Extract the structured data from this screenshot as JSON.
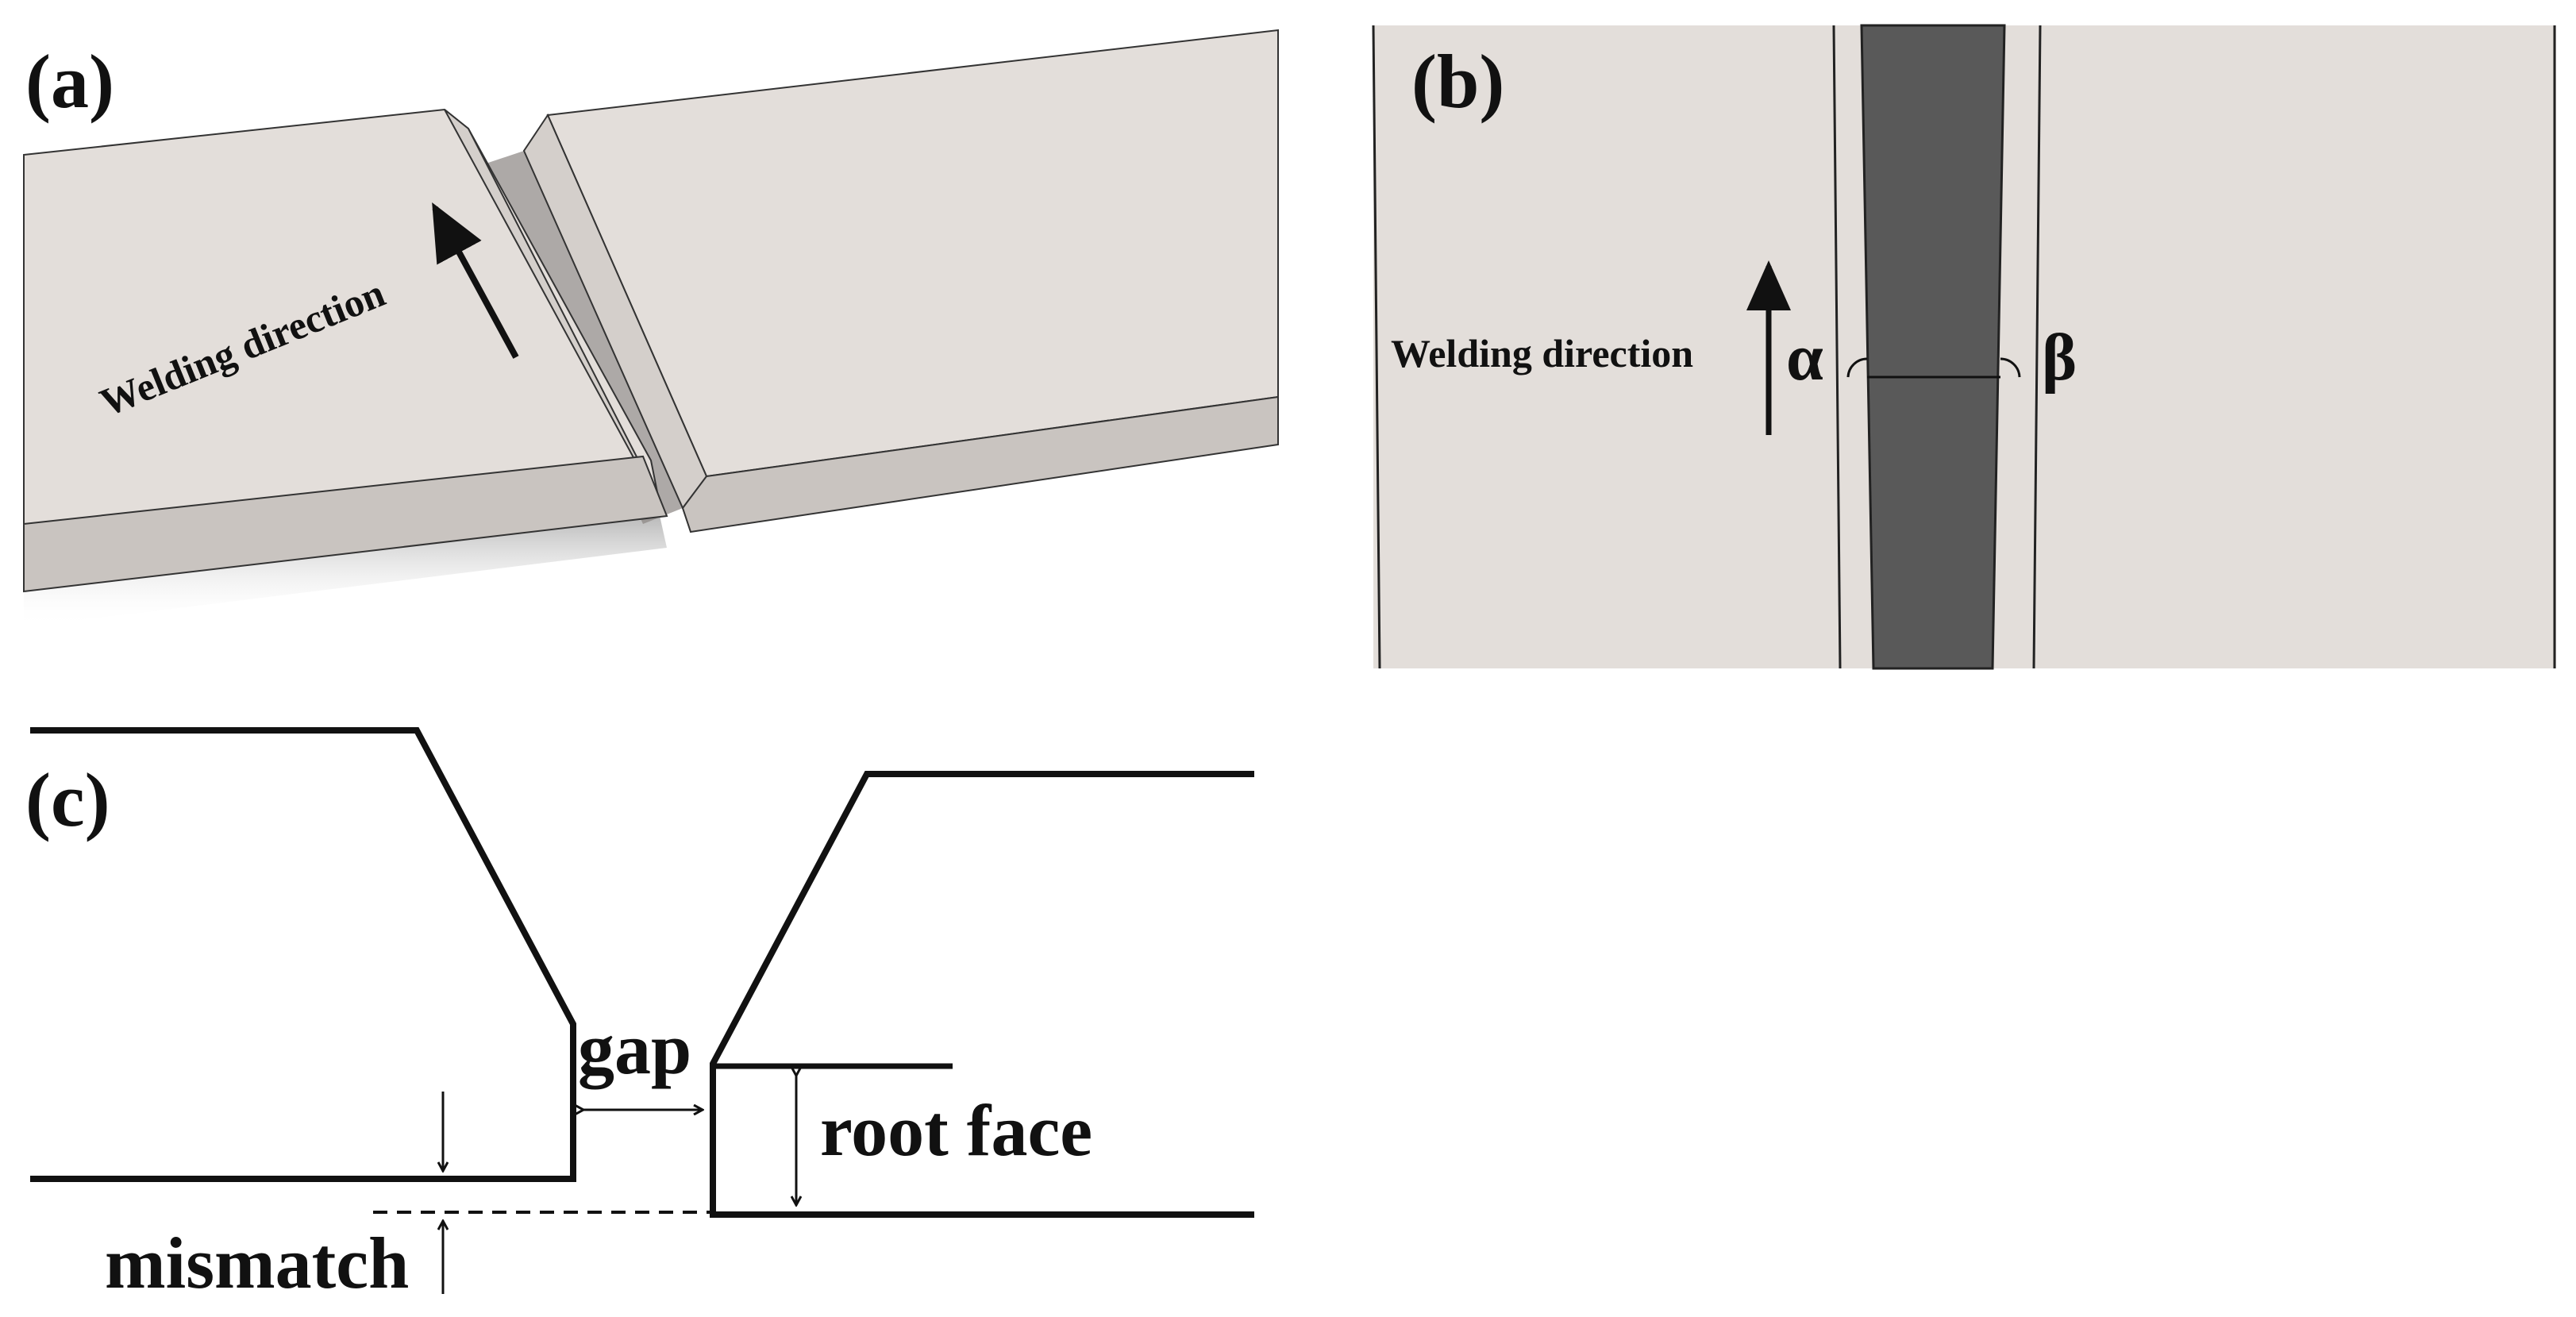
{
  "panels": {
    "a": {
      "label": "(a)",
      "direction_text": "Welding direction"
    },
    "b": {
      "label": "(b)",
      "direction_text": "Welding direction",
      "angle_left": "α",
      "angle_right": "β"
    },
    "c": {
      "label": "(c)",
      "gap_text": "gap",
      "root_face_text": "root face",
      "mismatch_text": "mismatch"
    }
  },
  "colors": {
    "plate_top": "#e3deda",
    "plate_side": "#c9c4c0",
    "groove_dark": "#595959",
    "line": "#111111"
  }
}
